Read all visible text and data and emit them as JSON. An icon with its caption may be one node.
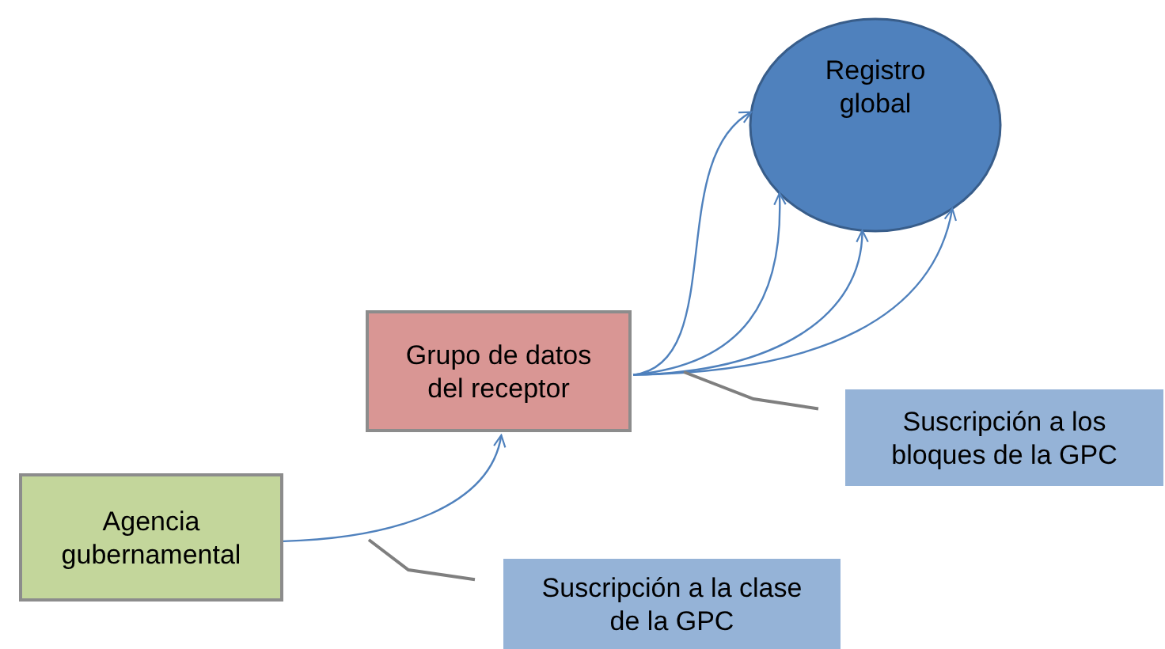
{
  "diagram": {
    "nodes": [
      {
        "text": [
          "Registro global"
        ]
      },
      {
        "text": [
          "Grupo de datos del receptor"
        ]
      },
      {
        "text": [
          "Agencia gubernamental"
        ]
      },
      {
        "text": [
          "Suscripción a los bloques de la GPC"
        ]
      },
      {
        "text": [
          "Suscripción a la clase de la GPC"
        ]
      }
    ],
    "edges": [
      {
        "from": 2,
        "to": 1,
        "arrow": "to"
      },
      {
        "from": 1,
        "to": 0,
        "arrow": "to"
      },
      {
        "from": 1,
        "to": 0,
        "arrow": "to"
      },
      {
        "from": 1,
        "to": 0,
        "arrow": "to"
      },
      {
        "from": 1,
        "to": 0,
        "arrow": "to"
      },
      {
        "from": 3,
        "to": null,
        "arrow": "none",
        "color": "#7f7f7f"
      },
      {
        "from": 4,
        "to": null,
        "arrow": "none",
        "color": "#7f7f7f"
      }
    ]
  }
}
